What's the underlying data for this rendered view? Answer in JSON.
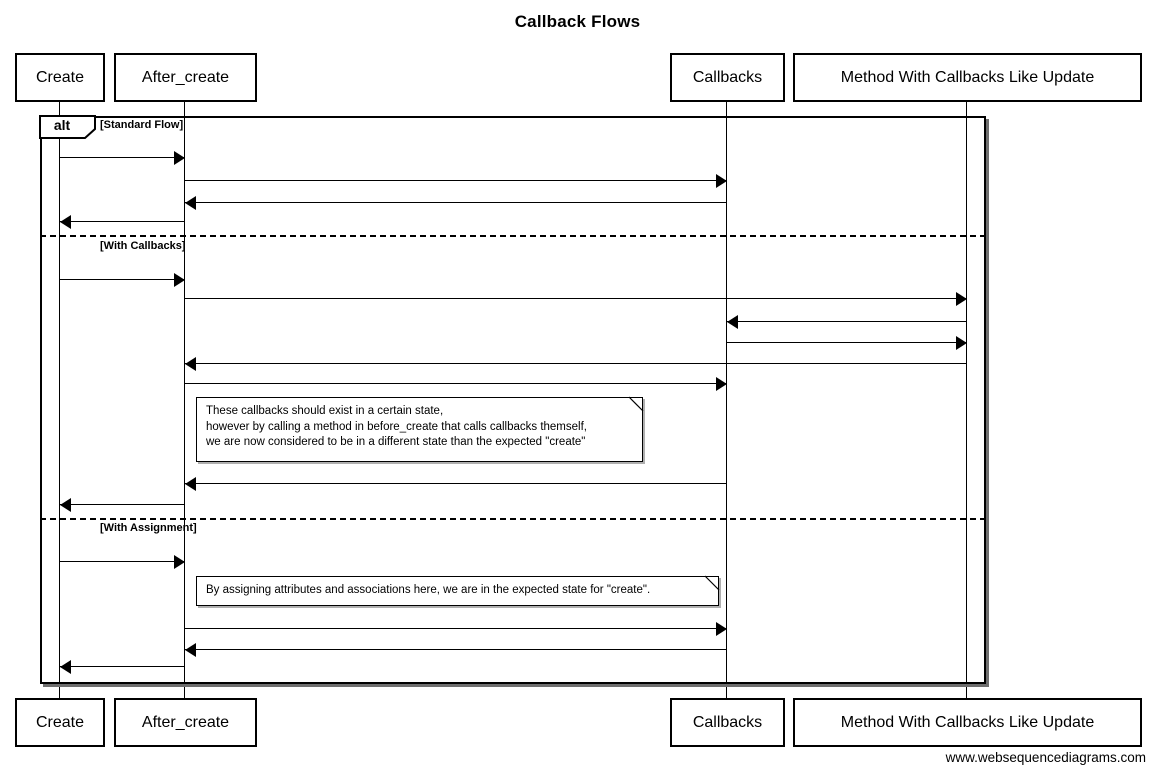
{
  "diagram": {
    "title": "Callback Flows",
    "watermark": "www.websequencediagrams.com"
  },
  "participants": [
    {
      "label": "Create"
    },
    {
      "label": "After_create"
    },
    {
      "label": "Callbacks"
    },
    {
      "label": "Method With Callbacks Like Update"
    }
  ],
  "fragment": {
    "operator": "alt",
    "sections": [
      {
        "condition": "[Standard Flow]"
      },
      {
        "condition": "[With Callbacks]"
      },
      {
        "condition": "[With Assignment]"
      }
    ]
  },
  "notes": [
    {
      "text": "These callbacks should exist in a certain state,\nhowever by calling a method in before_create that calls callbacks themself,\nwe are now considered to be in a different state than the expected \"create\""
    },
    {
      "text": "By assigning attributes and associations here, we are in the expected state for \"create\"."
    }
  ],
  "messages": [
    {
      "section": "Standard Flow",
      "from": "Create",
      "to": "After_create"
    },
    {
      "section": "Standard Flow",
      "from": "After_create",
      "to": "Callbacks"
    },
    {
      "section": "Standard Flow",
      "from": "Callbacks",
      "to": "After_create"
    },
    {
      "section": "Standard Flow",
      "from": "After_create",
      "to": "Create"
    },
    {
      "section": "With Callbacks",
      "from": "Create",
      "to": "After_create"
    },
    {
      "section": "With Callbacks",
      "from": "After_create",
      "to": "Method With Callbacks Like Update"
    },
    {
      "section": "With Callbacks",
      "from": "Method With Callbacks Like Update",
      "to": "Callbacks"
    },
    {
      "section": "With Callbacks",
      "from": "Callbacks",
      "to": "Method With Callbacks Like Update"
    },
    {
      "section": "With Callbacks",
      "from": "Method With Callbacks Like Update",
      "to": "After_create"
    },
    {
      "section": "With Callbacks",
      "from": "After_create",
      "to": "Callbacks"
    },
    {
      "section": "With Callbacks",
      "from": "Callbacks",
      "to": "After_create"
    },
    {
      "section": "With Callbacks",
      "from": "After_create",
      "to": "Create"
    },
    {
      "section": "With Assignment",
      "from": "Create",
      "to": "After_create"
    },
    {
      "section": "With Assignment",
      "from": "After_create",
      "to": "Callbacks"
    },
    {
      "section": "With Assignment",
      "from": "Callbacks",
      "to": "After_create"
    },
    {
      "section": "With Assignment",
      "from": "After_create",
      "to": "Create"
    }
  ],
  "colors": {
    "line": "#000000",
    "background": "#ffffff"
  }
}
